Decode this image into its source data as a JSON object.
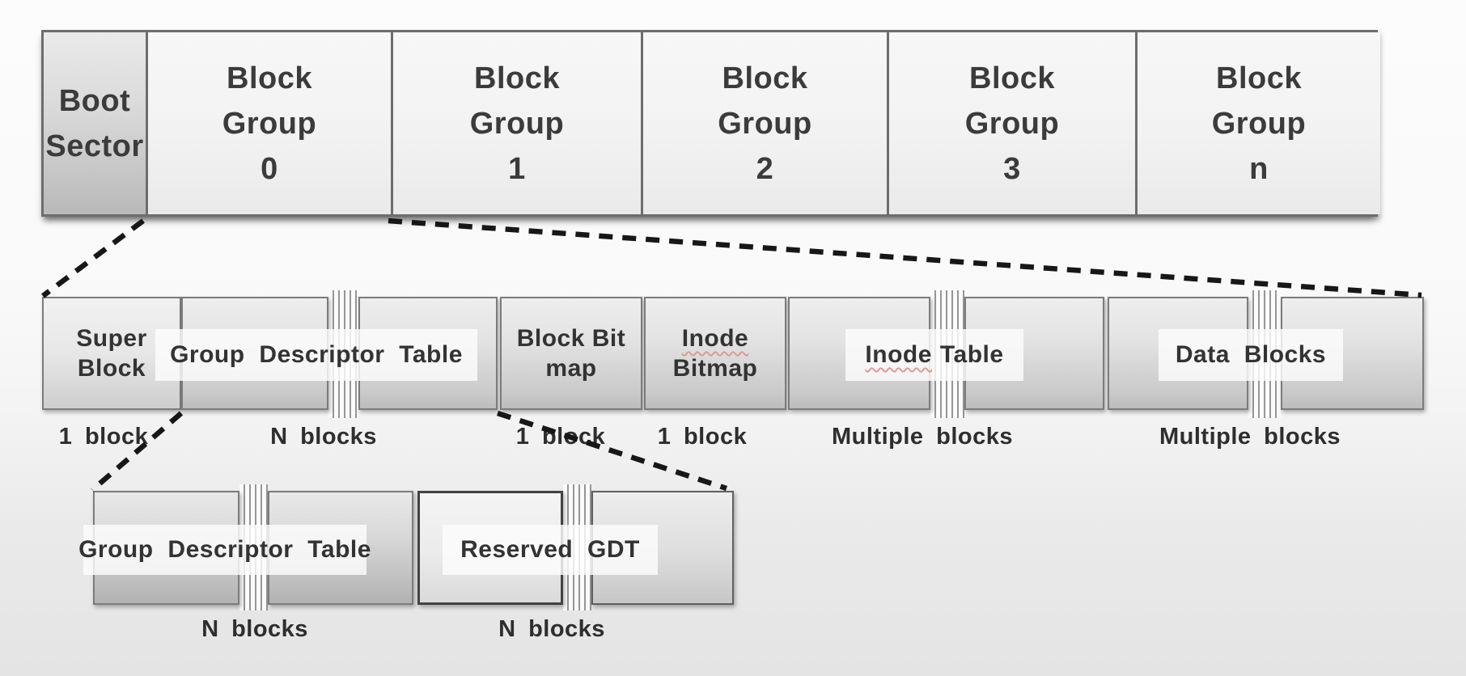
{
  "top_row": {
    "cells": [
      {
        "lines": [
          "Boot",
          "Sector"
        ]
      },
      {
        "lines": [
          "Block",
          "Group",
          "0"
        ]
      },
      {
        "lines": [
          "Block",
          "Group",
          "1"
        ]
      },
      {
        "lines": [
          "Block",
          "Group",
          "2"
        ]
      },
      {
        "lines": [
          "Block",
          "Group",
          "3"
        ]
      },
      {
        "lines": [
          "Block",
          "Group",
          "n"
        ]
      }
    ]
  },
  "block_group_detail": {
    "super_block": {
      "lines": [
        "Super",
        "Block"
      ],
      "size": "1 block"
    },
    "group_descriptor_table": {
      "label": "Group Descriptor Table",
      "size": "N blocks"
    },
    "block_bitmap": {
      "lines": [
        "Block Bit",
        "map"
      ],
      "size": "1 block"
    },
    "inode_bitmap": {
      "word1": "Inode",
      "word2": "Bitmap",
      "size": "1 block"
    },
    "inode_table": {
      "word1": "Inode",
      "word2": "Table",
      "size": "Multiple blocks"
    },
    "data_blocks": {
      "label": "Data Blocks",
      "size": "Multiple blocks"
    }
  },
  "gdt_detail": {
    "group_descriptor_table": {
      "label": "Group Descriptor Table",
      "size": "N blocks"
    },
    "reserved_gdt": {
      "label": "Reserved GDT",
      "size": "N blocks"
    }
  }
}
